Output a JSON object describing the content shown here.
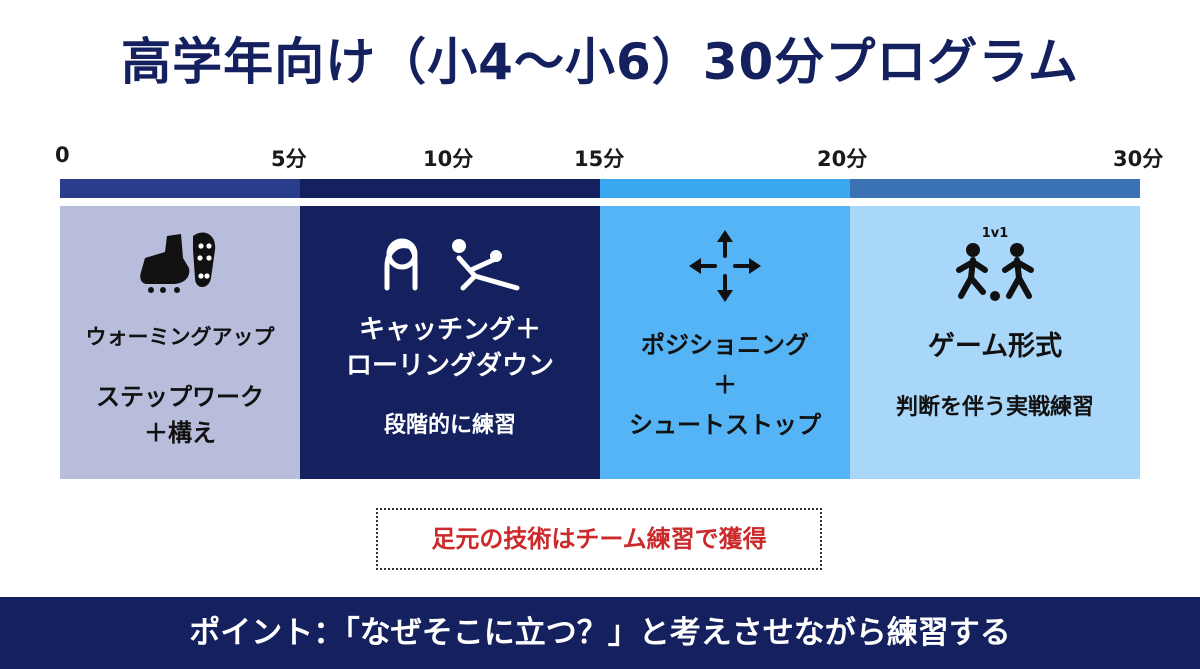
{
  "title": "高学年向け（小4〜小6）30分プログラム",
  "timeline": {
    "ticks": [
      "0",
      "5分",
      "10分",
      "15分",
      "20分",
      "30分"
    ]
  },
  "colors": {
    "title": "#15215e",
    "bar": [
      "#2a3c8c",
      "#15215e",
      "#3aa8f0",
      "#3b72b3"
    ],
    "block": [
      "#b8bddb",
      "#15215e",
      "#55b4f5",
      "#a9d7fa"
    ],
    "note_text": "#cc2a2a",
    "footer_bg": "#15215e"
  },
  "segments": [
    {
      "icon": "soccer-cleat-icon",
      "heading": "ウォーミングアップ",
      "lines": [
        "ステップワーク",
        "＋構え"
      ]
    },
    {
      "icon": "goalkeeper-catch-dive-icon",
      "lines": [
        "キャッチング＋",
        "ローリングダウン"
      ],
      "sub": "段階的に練習"
    },
    {
      "icon": "four-direction-arrows-icon",
      "lines": [
        "ポジショニング",
        "＋",
        "シュートストップ"
      ]
    },
    {
      "icon": "one-on-one-players-icon",
      "icon_label": "1v1",
      "heading": "ゲーム形式",
      "sub": "判断を伴う実戦練習"
    }
  ],
  "note": "足元の技術はチーム練習で獲得",
  "footer": "ポイント：「なぜそこに立つ？」と考えさせながら練習する"
}
